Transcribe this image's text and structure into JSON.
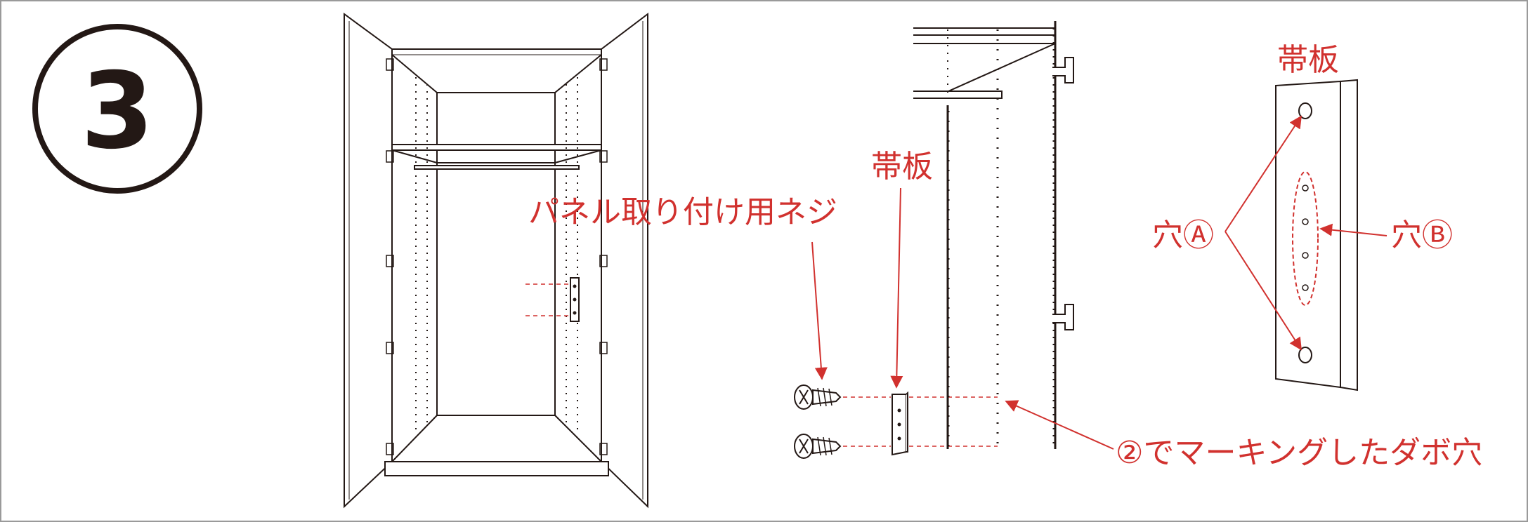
{
  "step_number": "3",
  "labels": {
    "panel_screw": "パネル取り付け用ネジ",
    "strap_plate_middle": "帯板",
    "strap_plate_right": "帯板",
    "marked_dowel_hole": "②でマーキングしたダボ穴",
    "hole_a": "穴Ⓐ",
    "hole_b": "穴Ⓑ"
  },
  "colors": {
    "annotation": "#d1312e",
    "line_art": "#231815",
    "frame": "#9a9a9a"
  }
}
